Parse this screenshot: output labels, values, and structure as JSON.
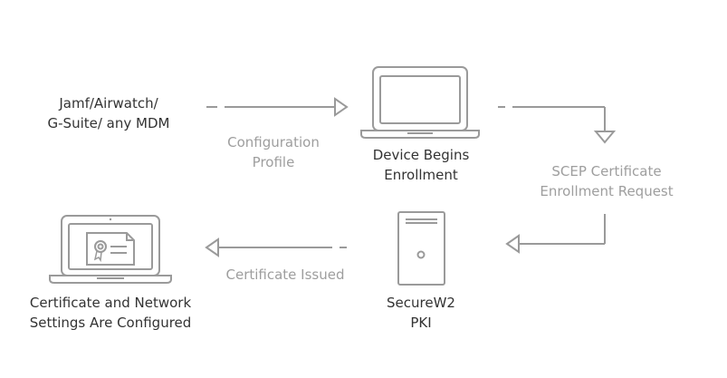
{
  "nodes": {
    "mdm": {
      "line1": "Jamf/Airwatch/",
      "line2": "G-Suite/ any MDM"
    },
    "device": {
      "line1": "Device Begins",
      "line2": "Enrollment"
    },
    "pki": {
      "line1": "SecureW2",
      "line2": "PKI"
    },
    "configured": {
      "line1": "Certificate and Network",
      "line2": "Settings Are Configured"
    }
  },
  "edges": {
    "config_profile": {
      "line1": "Configuration",
      "line2": "Profile"
    },
    "scep_request": {
      "line1": "SCEP Certificate",
      "line2": "Enrollment Request"
    },
    "cert_issued": {
      "line1": "Certificate Issued"
    }
  },
  "icons": [
    "laptop-icon",
    "server-tower-icon",
    "laptop-certificate-icon"
  ],
  "colors": {
    "node_text": "#333333",
    "edge_text": "#9e9e9e",
    "stroke": "#9a9a9a"
  }
}
